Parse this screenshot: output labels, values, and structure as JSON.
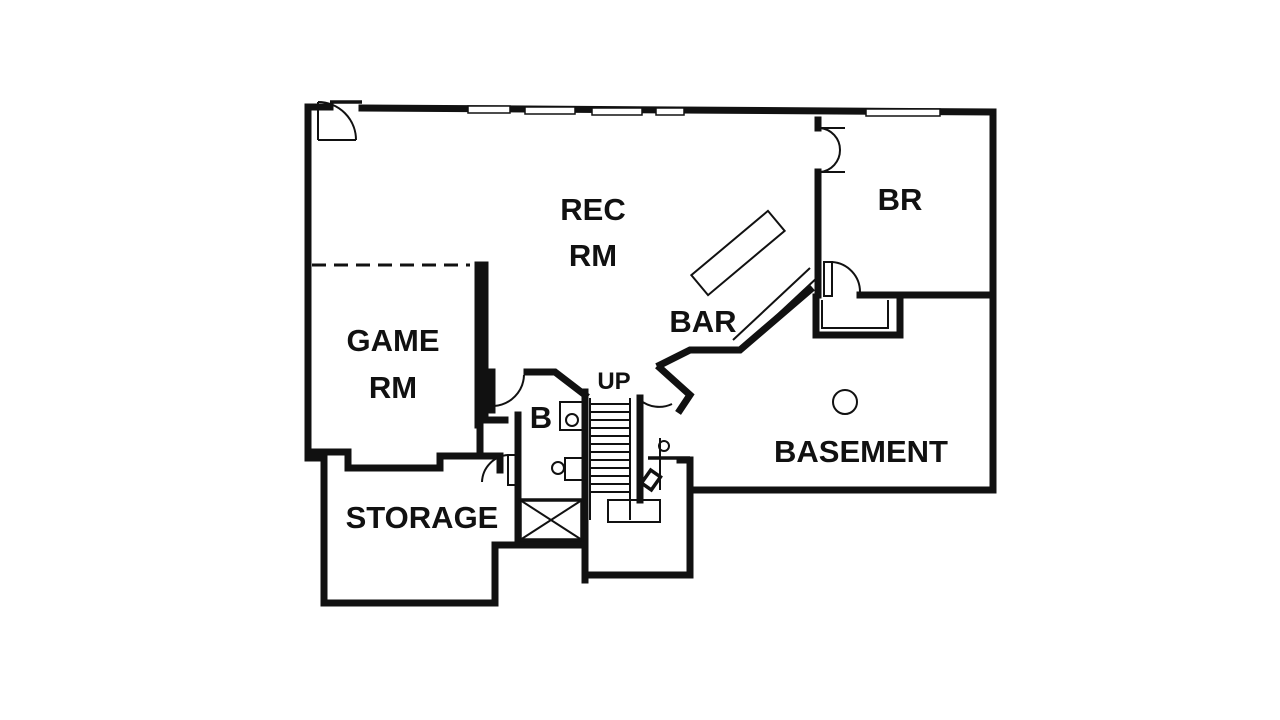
{
  "rooms": {
    "rec_rm_line1": "REC",
    "rec_rm_line2": "RM",
    "br": "BR",
    "bar": "BAR",
    "game_rm_line1": "GAME",
    "game_rm_line2": "RM",
    "up": "UP",
    "bath": "B",
    "basement": "BASEMENT",
    "storage": "STORAGE"
  }
}
